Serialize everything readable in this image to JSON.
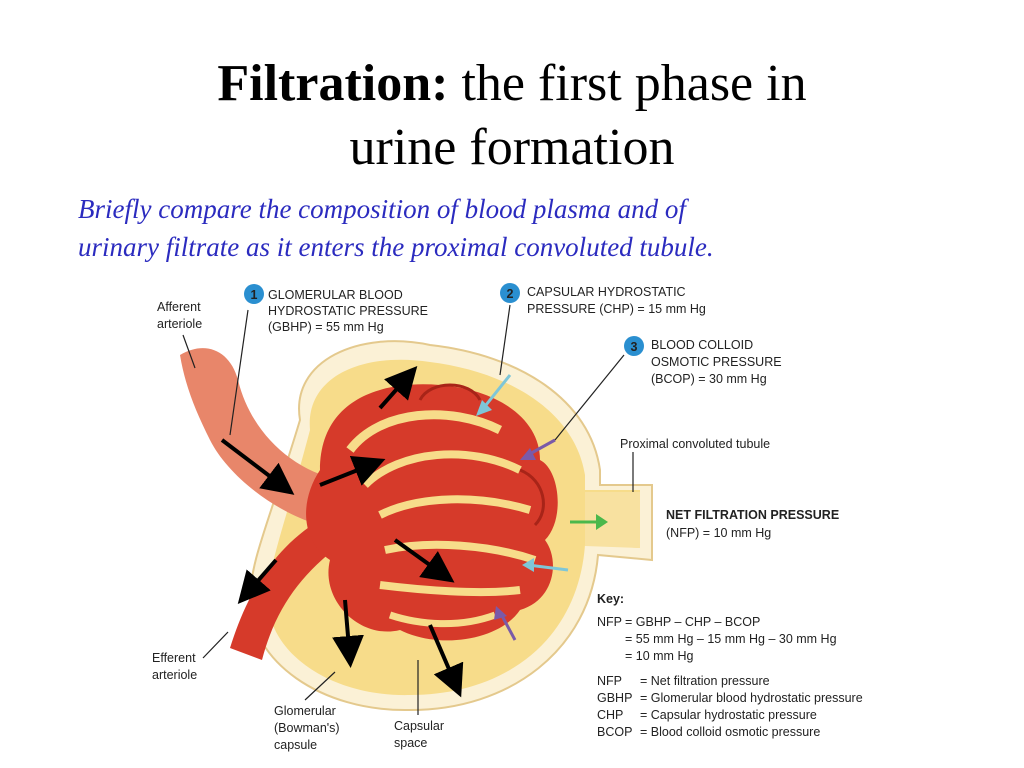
{
  "title": {
    "bold": "Filtration:",
    "rest_line1": "the first phase in",
    "line2": "urine formation"
  },
  "subtitle": {
    "line1": "Briefly compare the composition of blood plasma and of",
    "line2": "urinary filtrate as it enters the proximal convoluted tubule."
  },
  "labels": {
    "afferent": [
      "Afferent",
      "arteriole"
    ],
    "efferent": [
      "Efferent",
      "arteriole"
    ],
    "glomerular_capsule": [
      "Glomerular",
      "(Bowman's)",
      "capsule"
    ],
    "capsular_space": [
      "Capsular",
      "space"
    ],
    "pct": "Proximal convoluted tubule"
  },
  "pressures": [
    {
      "num": "1",
      "lines": [
        "GLOMERULAR BLOOD",
        "HYDROSTATIC PRESSURE",
        "(GBHP) = 55 mm Hg"
      ],
      "color": "#2a8fd0"
    },
    {
      "num": "2",
      "lines": [
        "CAPSULAR HYDROSTATIC",
        "PRESSURE (CHP) = 15 mm Hg"
      ],
      "color": "#2a8fd0"
    },
    {
      "num": "3",
      "lines": [
        "BLOOD COLLOID",
        "OSMOTIC PRESSURE",
        "(BCOP) = 30 mm Hg"
      ],
      "color": "#2a8fd0"
    }
  ],
  "nfp": {
    "heading": "NET FILTRATION PRESSURE",
    "value": "(NFP) = 10 mm Hg"
  },
  "key": {
    "heading": "Key:",
    "equation": [
      {
        "term": "NFP",
        "text": "= GBHP – CHP – BCOP"
      },
      {
        "term": "",
        "text": "= 55 mm Hg – 15 mm Hg – 30 mm Hg"
      },
      {
        "term": "",
        "text": "= 10 mm Hg"
      }
    ],
    "defs": [
      {
        "term": "NFP",
        "text": "= Net filtration pressure"
      },
      {
        "term": "GBHP",
        "text": "= Glomerular blood hydrostatic pressure"
      },
      {
        "term": "CHP",
        "text": "= Capsular hydrostatic pressure"
      },
      {
        "term": "BCOP",
        "text": "= Blood colloid osmotic pressure"
      }
    ]
  },
  "colors": {
    "capsule": "#f7dc8a",
    "capsule_border": "#e9c77a",
    "vessel": "#d63a2a",
    "vessel_dark": "#a82418",
    "arteriole_light": "#e8866a",
    "arrow_blue": "#7ec6d8",
    "arrow_purple": "#7a5aa8",
    "arrow_green": "#4bb84b",
    "title_blue": "#2b2bbf"
  }
}
